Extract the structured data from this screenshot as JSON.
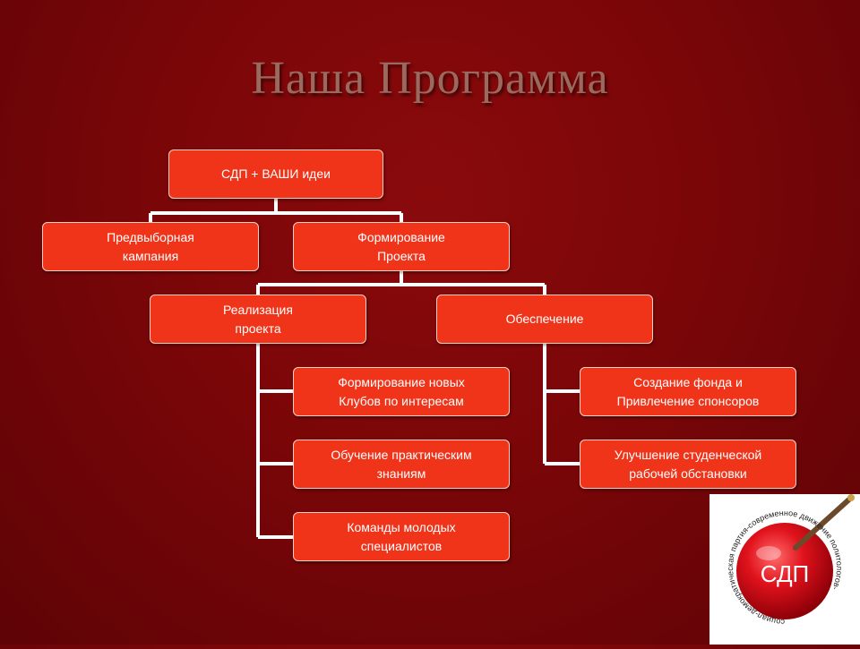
{
  "title": "Наша Программа",
  "nodes": {
    "root": "СДП + ВАШИ идеи",
    "campaign": "Предвыборная\nкампания",
    "formation": "Формирование\nПроекта",
    "implementation": "Реализация\nпроекта",
    "provision": "Обеспечение",
    "clubs": "Формирование новых\nКлубов по интересам",
    "training": "Обучение практическим\nзнаниям",
    "teams": "Команды молодых\nспециалистов",
    "fund": "Создание фонда и\nПривлечение спонсоров",
    "conditions": "Улучшение студенческой\nрабочей обстановки"
  },
  "logo": {
    "text": "СДП",
    "ring_text": "социал-демократическая партия-современное движение политологов-"
  },
  "colors": {
    "background": "#7a0608",
    "node_fill": "#f0341a",
    "connector": "#ffffff",
    "title": "#9a6a5e"
  }
}
